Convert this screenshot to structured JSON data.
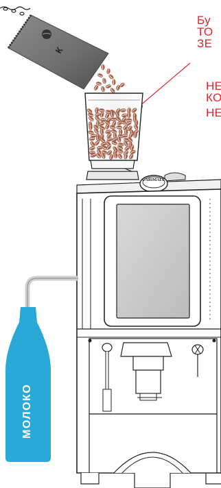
{
  "warning": {
    "lines_top": [
      "Бу",
      "ТО",
      "ЗЕ"
    ],
    "lines_bottom": [
      "НЕ",
      "КО",
      "НЕ"
    ],
    "color": "#e32530"
  },
  "machine": {
    "brand": "CARIMALI"
  },
  "milk_bottle": {
    "label": "МОЛОКО",
    "color": "#2aa8d8"
  },
  "coffee_bag": {
    "mark": "К"
  },
  "bean_color": "#a4614a"
}
